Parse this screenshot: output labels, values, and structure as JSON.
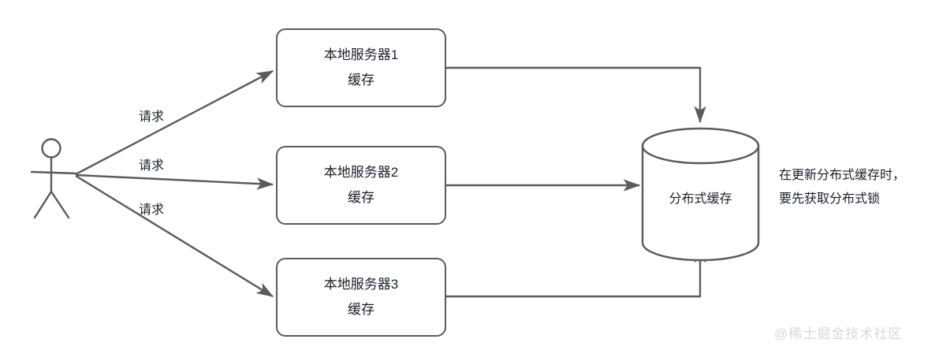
{
  "diagram": {
    "actor": {
      "name": "user-actor"
    },
    "request_labels": [
      {
        "text": "请求"
      },
      {
        "text": "请求"
      },
      {
        "text": "请求"
      }
    ],
    "servers": [
      {
        "line1": "本地服务器1",
        "line2": "缓存"
      },
      {
        "line1": "本地服务器2",
        "line2": "缓存"
      },
      {
        "line1": "本地服务器3",
        "line2": "缓存"
      }
    ],
    "datastore": {
      "label": "分布式缓存"
    },
    "note": {
      "line1": "在更新分布式缓存时，",
      "line2": "要先获取分布式锁"
    },
    "watermark": "@稀土掘金技术社区",
    "colors": {
      "stroke": "#5b5b5b",
      "text": "#1d1d2b",
      "background": "#ffffff",
      "watermark": "#d8d8d8"
    }
  }
}
